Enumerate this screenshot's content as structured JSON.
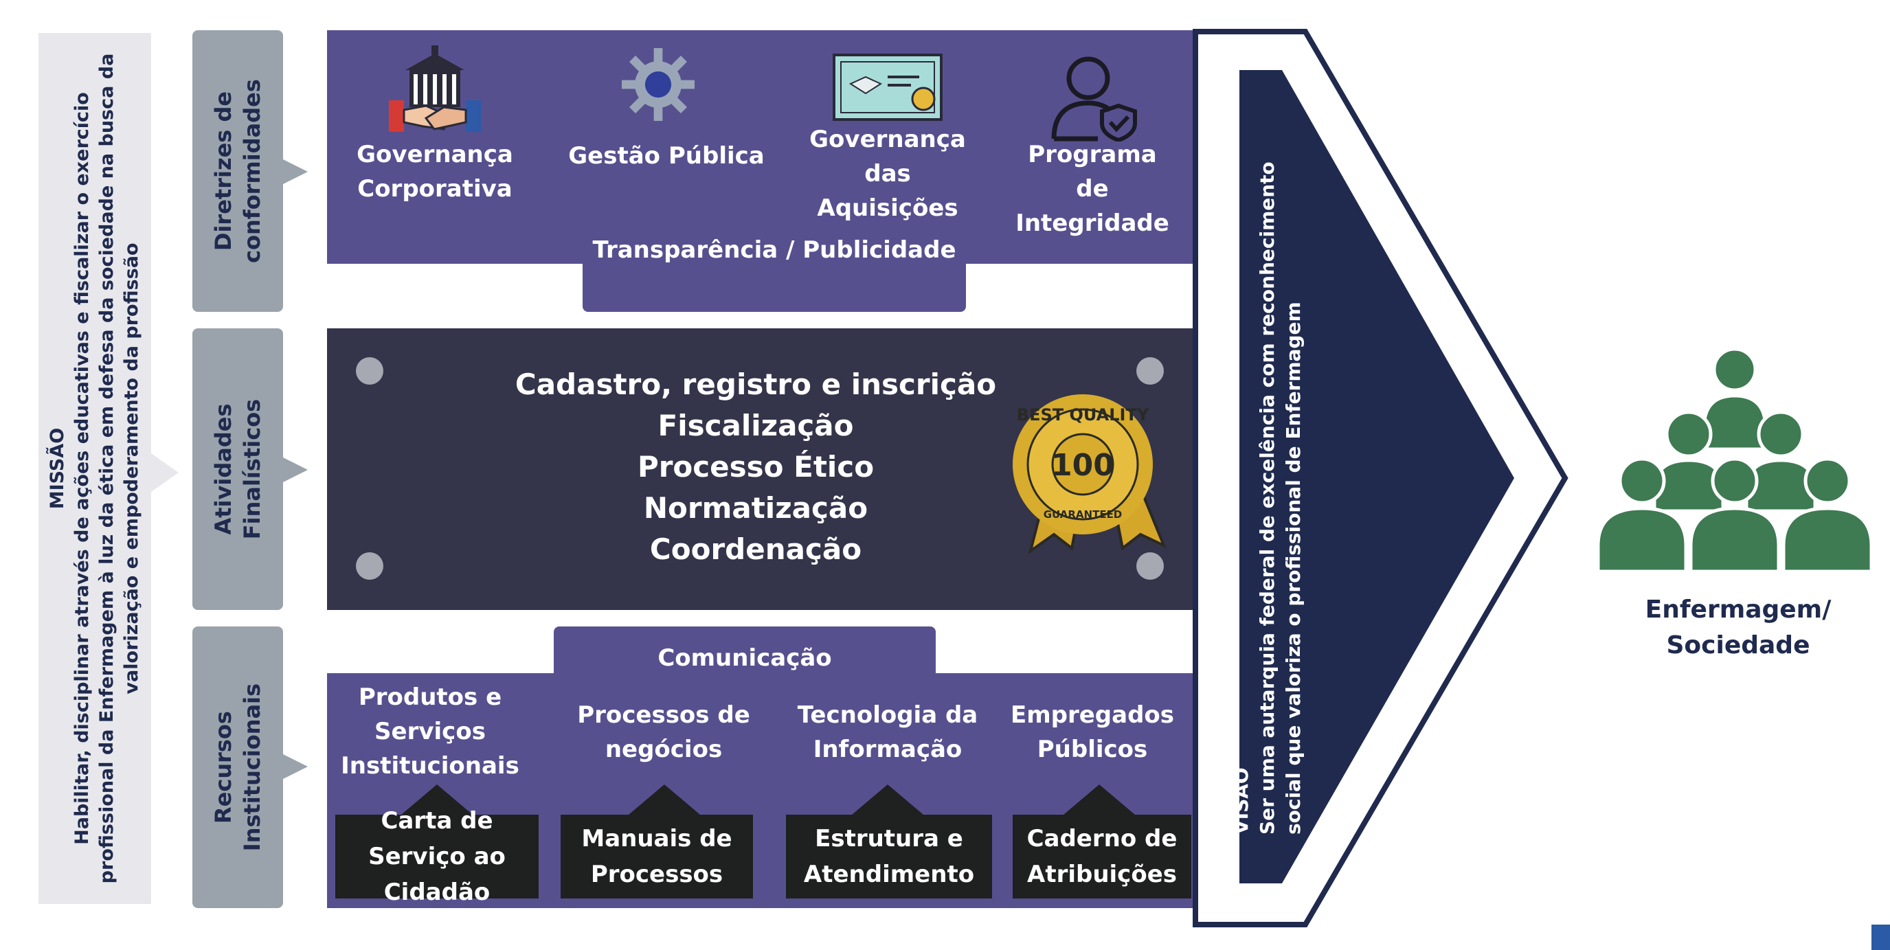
{
  "mission": {
    "title": "MISSÃO",
    "text": "Habilitar, disciplinar através de ações educativas e fiscalizar o exercício profissional da Enfermagem à luz da ética em defesa da sociedade na busca da valorização e empoderamento da profissão"
  },
  "categories": [
    {
      "label": "Diretrizes de conformidades"
    },
    {
      "label": "Atividades Finalísticos"
    },
    {
      "label": "Recursos Institucionais"
    }
  ],
  "diretrizes": {
    "items": [
      {
        "label": "Governança Corporativa",
        "icon": "handshake-building-icon"
      },
      {
        "label": "Gestão Pública",
        "icon": "gear-icon"
      },
      {
        "label": "Governança das Aquisições",
        "icon": "certificate-icon"
      },
      {
        "label": "Programa de Integridade",
        "icon": "user-shield-icon"
      }
    ],
    "transparencia": "Transparência / Publicidade"
  },
  "finalisticas": {
    "items": [
      "Cadastro, registro e inscrição",
      "Fiscalização",
      "Processo Ético",
      "Normatização",
      "Coordenação"
    ],
    "badge": {
      "top": "BEST QUALITY",
      "number": "100",
      "bottom": "GUARANTEED",
      "icon": "quality-seal-icon"
    }
  },
  "recursos": {
    "comunicacao": "Comunicação",
    "items": [
      {
        "label": "Produtos e Serviços Institucionais",
        "box": "Carta de Serviço ao Cidadão"
      },
      {
        "label": "Processos de negócios",
        "box": "Manuais de Processos"
      },
      {
        "label": "Tecnologia da Informação",
        "box": "Estrutura e Atendimento"
      },
      {
        "label": "Empregados Públicos",
        "box": "Caderno de Atribuições"
      }
    ]
  },
  "vision": {
    "title": "VISÃO",
    "text": "Ser uma autarquia federal de excelência com reconhecimento social que valoriza o profissional de Enfermagem"
  },
  "society": {
    "label": "Enfermagem/ Sociedade",
    "icon": "people-group-icon"
  },
  "colors": {
    "purple": "#57508f",
    "dark": "#34344a",
    "navy": "#1f2a4e",
    "green": "#3e7a52",
    "gray": "#9aa2ab"
  }
}
